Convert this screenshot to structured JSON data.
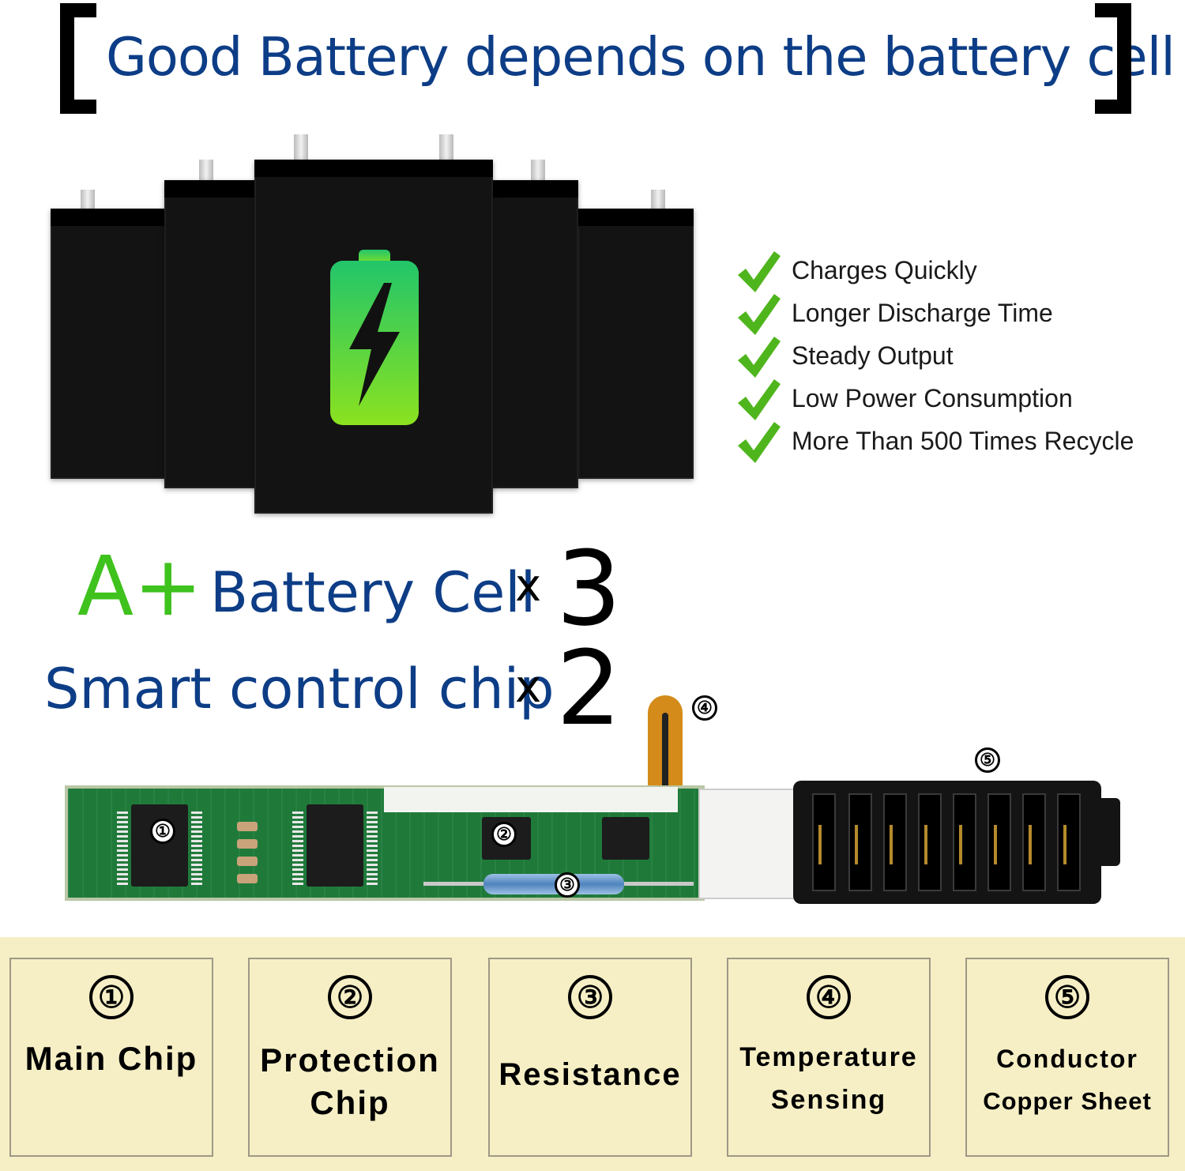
{
  "header": {
    "title": "Good Battery depends on the battery cell"
  },
  "features": [
    "Charges Quickly",
    "Longer Discharge Time",
    "Steady Output",
    "Low Power Consumption",
    "More Than 500 Times Recycle"
  ],
  "specs": {
    "grade": "A+",
    "cell_label": "Battery Cell",
    "cell_multiplier": "x",
    "cell_count": "3",
    "chip_label": "Smart control chip",
    "chip_multiplier": "x",
    "chip_count": "2"
  },
  "board_markers": [
    "①",
    "②",
    "③",
    "④",
    "⑤"
  ],
  "components": [
    {
      "num": "①",
      "label_line1": "Main Chip",
      "label_line2": ""
    },
    {
      "num": "②",
      "label_line1": "Protection",
      "label_line2": "Chip"
    },
    {
      "num": "③",
      "label_line1": "Resistance",
      "label_line2": ""
    },
    {
      "num": "④",
      "label_line1": "Temperature",
      "label_line2": "Sensing"
    },
    {
      "num": "⑤",
      "label_line1": "Conductor",
      "label_line2": "Copper Sheet"
    }
  ],
  "colors": {
    "brand_blue": "#0d3d86",
    "accent_green": "#3fc21d",
    "legend_bg": "#f6efc5"
  },
  "icons": {
    "check": "checkmark-icon",
    "battery": "battery-charging-icon"
  }
}
